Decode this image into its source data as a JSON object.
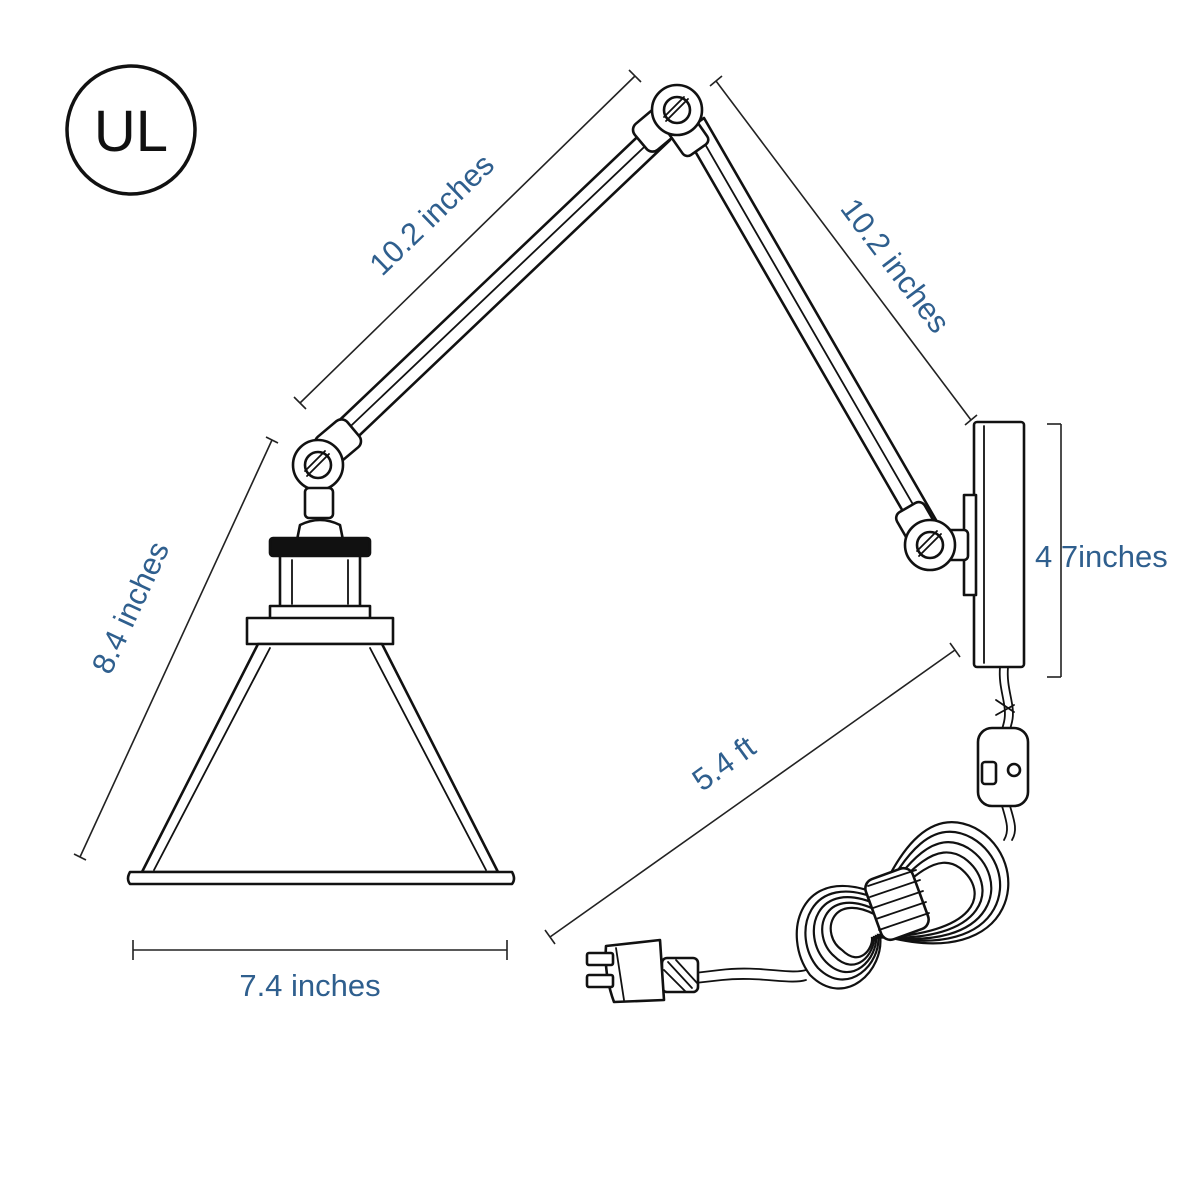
{
  "logo": {
    "text": "UL"
  },
  "dimensions": {
    "upper_arm": "10.2 inches",
    "lower_arm": "10.2 inches",
    "shade_height": "8.4 inches",
    "shade_width": "7.4 inches",
    "backplate_height": "4 7inches",
    "cord_length": "5.4 ft"
  }
}
